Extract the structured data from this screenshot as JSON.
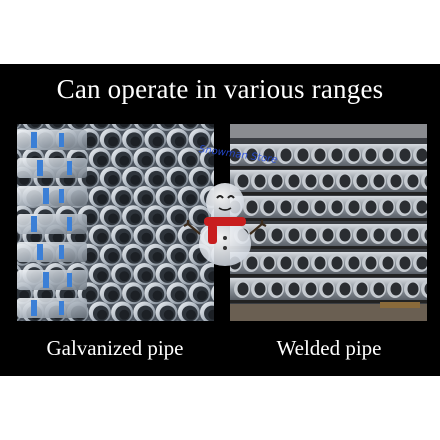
{
  "headline": "Can operate in various ranges",
  "panels": [
    {
      "caption": "Galvanized pipe"
    },
    {
      "caption": "Welded pipe"
    }
  ],
  "watermark": "Snowman Store",
  "colors": {
    "banner": "#000000",
    "text": "#ffffff",
    "watermark": "#2850e6",
    "scarf": "#c81e1e"
  }
}
